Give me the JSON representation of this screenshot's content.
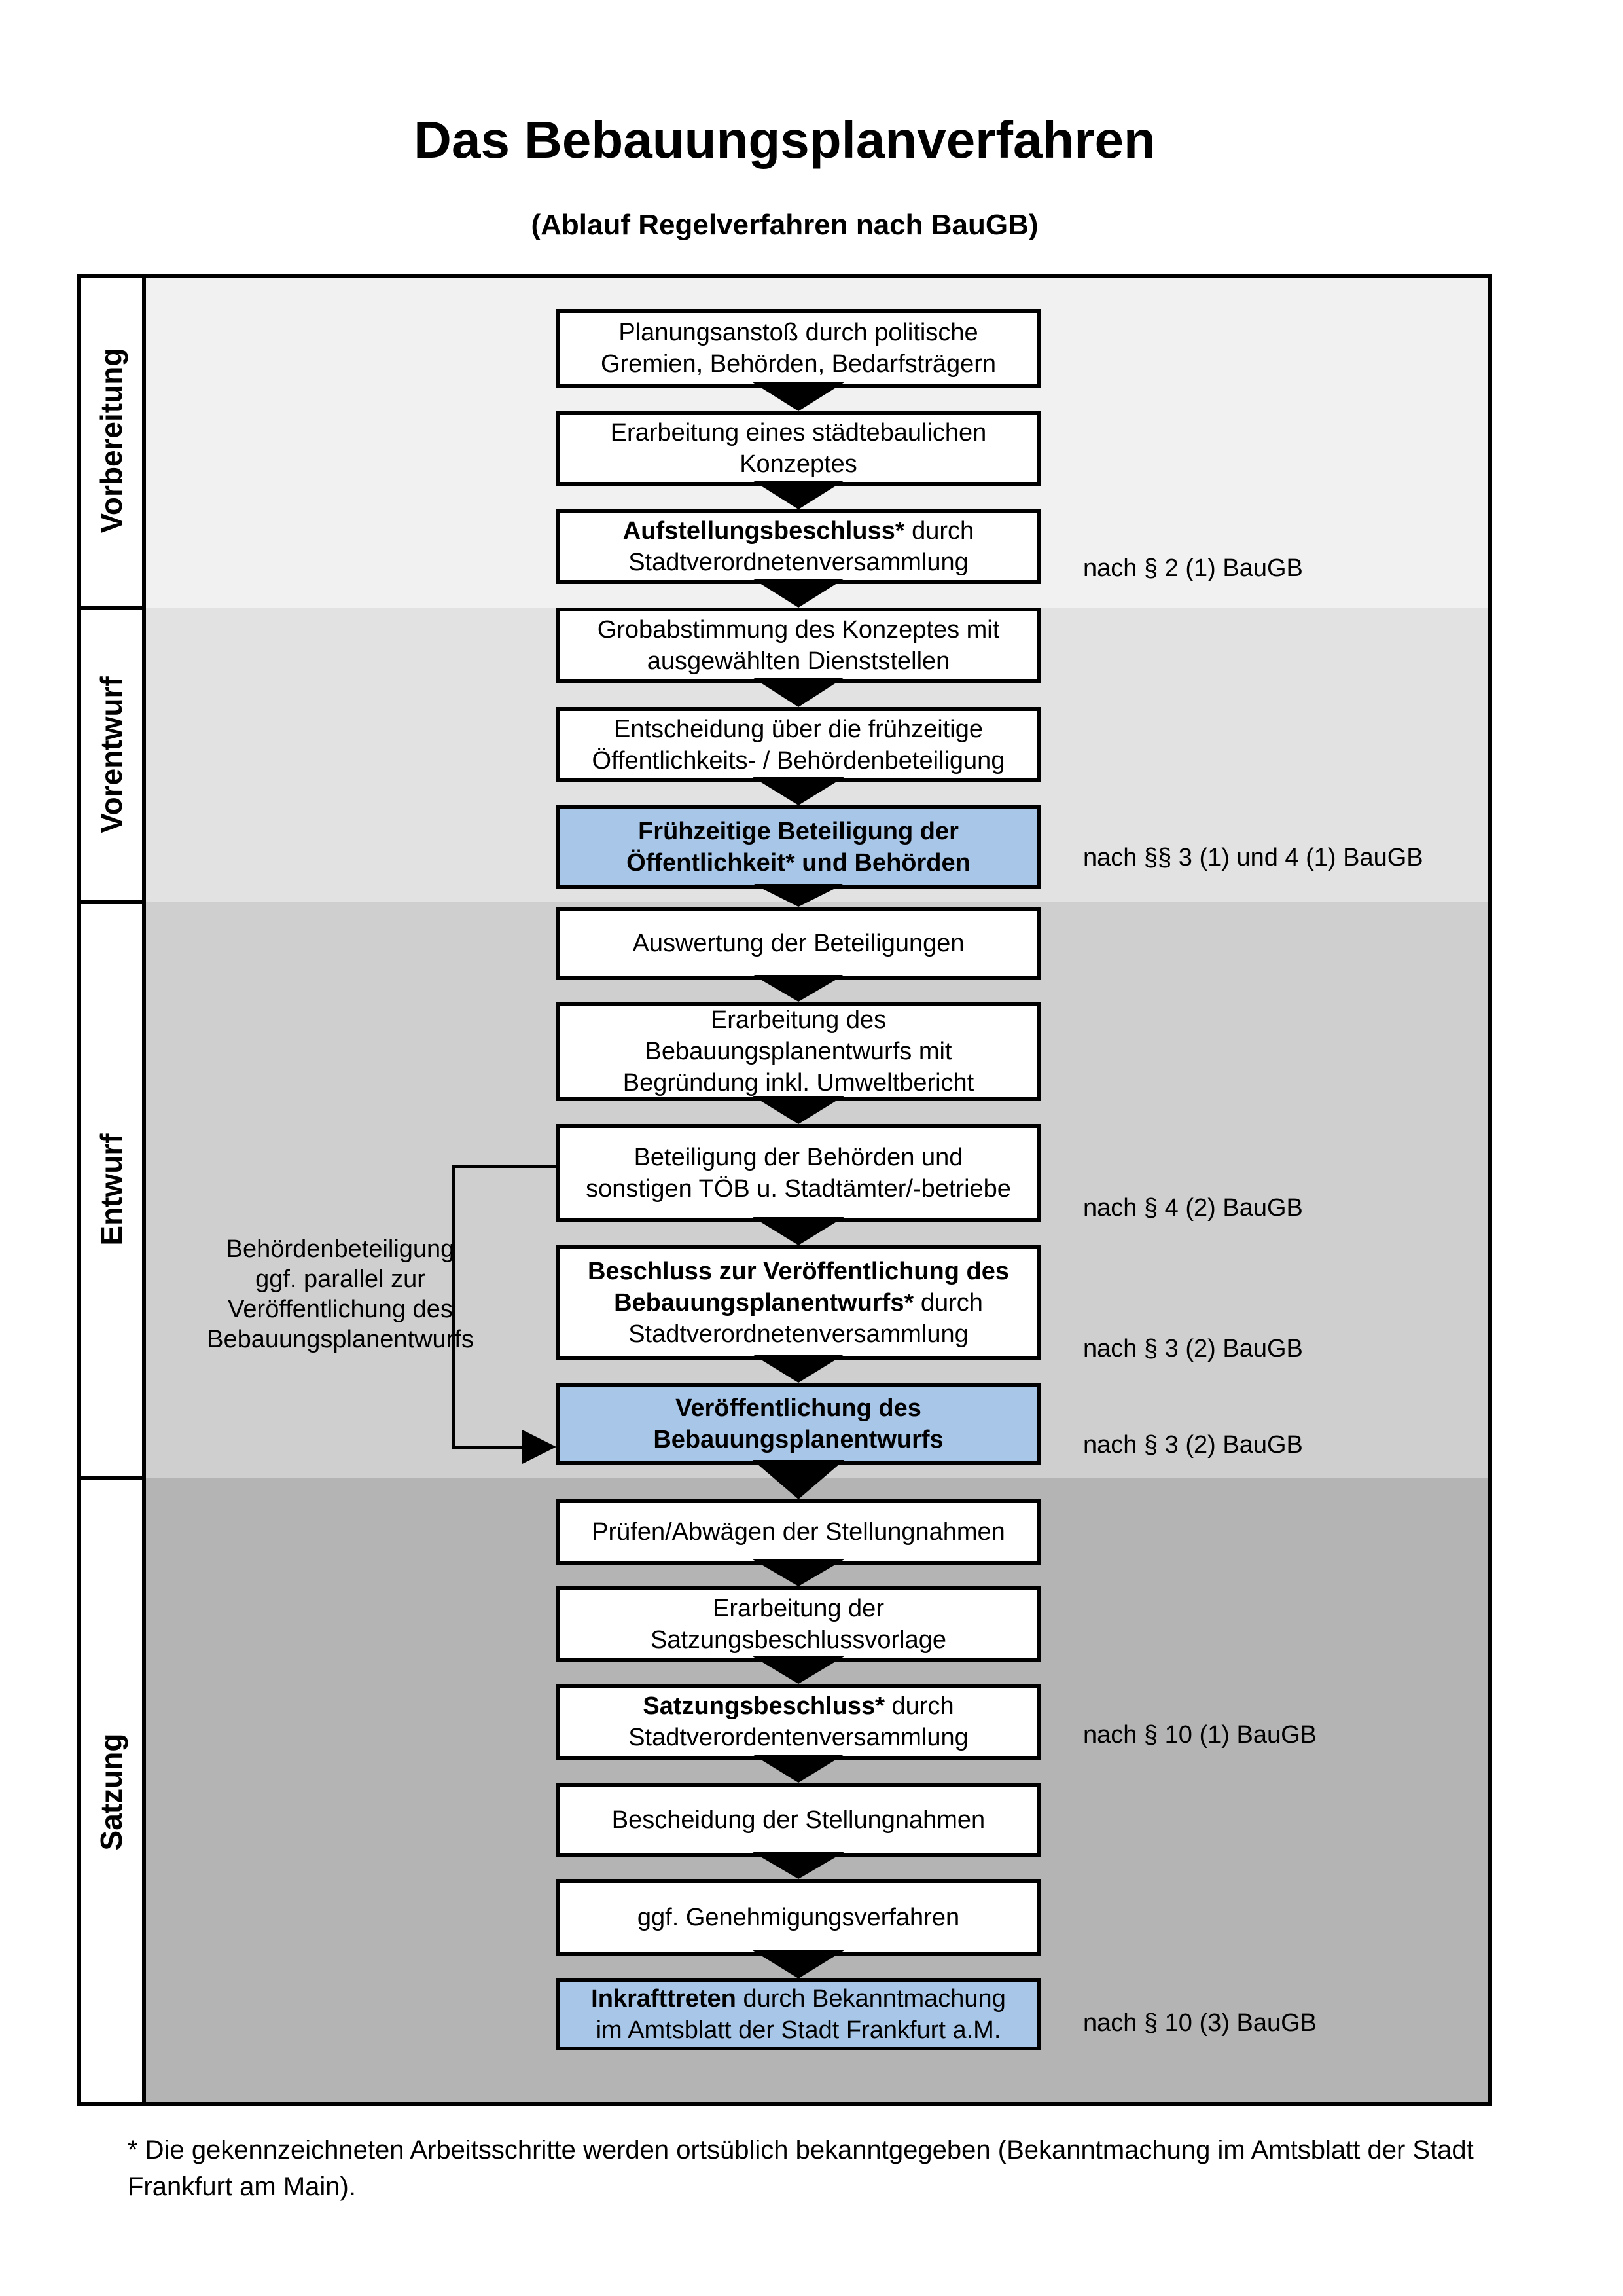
{
  "title": "Das Bebauungsplanverfahren",
  "subtitle": "(Ablauf Regelverfahren nach BauGB)",
  "colors": {
    "band_vorbereitung": "#f1f1f1",
    "band_vorentwurf": "#e2e2e2",
    "band_entwurf": "#cfcfcf",
    "band_satzung": "#b4b4b4",
    "highlight_box": "#a7c6e8",
    "box_background": "#ffffff",
    "box_border": "#000000"
  },
  "phases": [
    {
      "id": "vorbereitung",
      "label": "Vorbereitung",
      "color": "#f1f1f1"
    },
    {
      "id": "vorentwurf",
      "label": "Vorentwurf",
      "color": "#e2e2e2"
    },
    {
      "id": "entwurf",
      "label": "Entwurf",
      "color": "#cfcfcf"
    },
    {
      "id": "satzung",
      "label": "Satzung",
      "color": "#b4b4b4"
    }
  ],
  "steps": [
    {
      "highlight": false,
      "lines": [
        [
          {
            "t": "Planungsanstoß durch politische",
            "b": false
          }
        ],
        [
          {
            "t": "Gremien, Behörden, Bedarfsträgern",
            "b": false
          }
        ]
      ]
    },
    {
      "highlight": false,
      "lines": [
        [
          {
            "t": "Erarbeitung eines städtebaulichen",
            "b": false
          }
        ],
        [
          {
            "t": "Konzeptes",
            "b": false
          }
        ]
      ]
    },
    {
      "highlight": false,
      "lines": [
        [
          {
            "t": "Aufstellungsbeschluss*",
            "b": true
          },
          {
            "t": " durch",
            "b": false
          }
        ],
        [
          {
            "t": "Stadtverordnetenversammlung",
            "b": false
          }
        ]
      ]
    },
    {
      "highlight": false,
      "lines": [
        [
          {
            "t": "Grobabstimmung des Konzeptes mit",
            "b": false
          }
        ],
        [
          {
            "t": "ausgewählten Dienststellen",
            "b": false
          }
        ]
      ]
    },
    {
      "highlight": false,
      "lines": [
        [
          {
            "t": "Entscheidung über die frühzeitige",
            "b": false
          }
        ],
        [
          {
            "t": "Öffentlichkeits- / Behördenbeteiligung",
            "b": false
          }
        ]
      ]
    },
    {
      "highlight": true,
      "lines": [
        [
          {
            "t": "Frühzeitige Beteiligung der",
            "b": true
          }
        ],
        [
          {
            "t": "Öffentlichkeit* und Behörden",
            "b": true
          }
        ]
      ]
    },
    {
      "highlight": false,
      "lines": [
        [
          {
            "t": "Auswertung der Beteiligungen",
            "b": false
          }
        ]
      ]
    },
    {
      "highlight": false,
      "lines": [
        [
          {
            "t": "Erarbeitung des",
            "b": false
          }
        ],
        [
          {
            "t": "Bebauungsplanentwurfs mit",
            "b": false
          }
        ],
        [
          {
            "t": "Begründung inkl. Umweltbericht",
            "b": false
          }
        ]
      ]
    },
    {
      "highlight": false,
      "lines": [
        [
          {
            "t": "Beteiligung der Behörden und",
            "b": false
          }
        ],
        [
          {
            "t": "sonstigen TÖB u. Stadtämter/-betriebe",
            "b": false
          }
        ]
      ]
    },
    {
      "highlight": false,
      "lines": [
        [
          {
            "t": "Beschluss zur Veröffentlichung des",
            "b": true
          }
        ],
        [
          {
            "t": "Bebauungsplanentwurfs*",
            "b": true
          },
          {
            "t": " durch",
            "b": false
          }
        ],
        [
          {
            "t": "Stadtverordnetenversammlung",
            "b": false
          }
        ]
      ]
    },
    {
      "highlight": true,
      "lines": [
        [
          {
            "t": "Veröffentlichung des",
            "b": true
          }
        ],
        [
          {
            "t": "Bebauungsplanentwurfs",
            "b": true
          }
        ]
      ]
    },
    {
      "highlight": false,
      "lines": [
        [
          {
            "t": "Prüfen/Abwägen der Stellungnahmen",
            "b": false
          }
        ]
      ]
    },
    {
      "highlight": false,
      "lines": [
        [
          {
            "t": "Erarbeitung der",
            "b": false
          }
        ],
        [
          {
            "t": "Satzungsbeschlussvorlage",
            "b": false
          }
        ]
      ]
    },
    {
      "highlight": false,
      "lines": [
        [
          {
            "t": "Satzungsbeschluss*",
            "b": true
          },
          {
            "t": " durch",
            "b": false
          }
        ],
        [
          {
            "t": "Stadtverordentenversammlung",
            "b": false
          }
        ]
      ]
    },
    {
      "highlight": false,
      "lines": [
        [
          {
            "t": "Bescheidung der Stellungnahmen",
            "b": false
          }
        ]
      ]
    },
    {
      "highlight": false,
      "lines": [
        [
          {
            "t": "ggf. Genehmigungsverfahren",
            "b": false
          }
        ]
      ]
    },
    {
      "highlight": true,
      "lines": [
        [
          {
            "t": "Inkrafttreten",
            "b": true
          },
          {
            "t": " durch Bekanntmachung",
            "b": false
          }
        ],
        [
          {
            "t": "im Amtsblatt der Stadt Frankfurt a.M.",
            "b": false
          }
        ]
      ]
    }
  ],
  "refs": [
    {
      "text": "nach § 2 (1) BauGB"
    },
    {
      "text": "nach §§ 3 (1) und 4 (1) BauGB"
    },
    {
      "text": "nach § 4 (2) BauGB"
    },
    {
      "text": "nach § 3 (2) BauGB"
    },
    {
      "text": "nach § 3 (2) BauGB"
    },
    {
      "text": "nach § 10 (1) BauGB"
    },
    {
      "text": "nach § 10 (3) BauGB"
    }
  ],
  "side_note": {
    "lines": [
      "Behördenbeteiligung",
      "ggf. parallel zur",
      "Veröffentlichung des",
      "Bebauungsplanentwurfs"
    ]
  },
  "footnote": {
    "line1": "* Die gekennzeichneten Arbeitsschritte werden ortsüblich bekanntgegeben (Bekanntmachung im Amtsblatt  der Stadt",
    "line2": "Frankfurt am Main)."
  }
}
